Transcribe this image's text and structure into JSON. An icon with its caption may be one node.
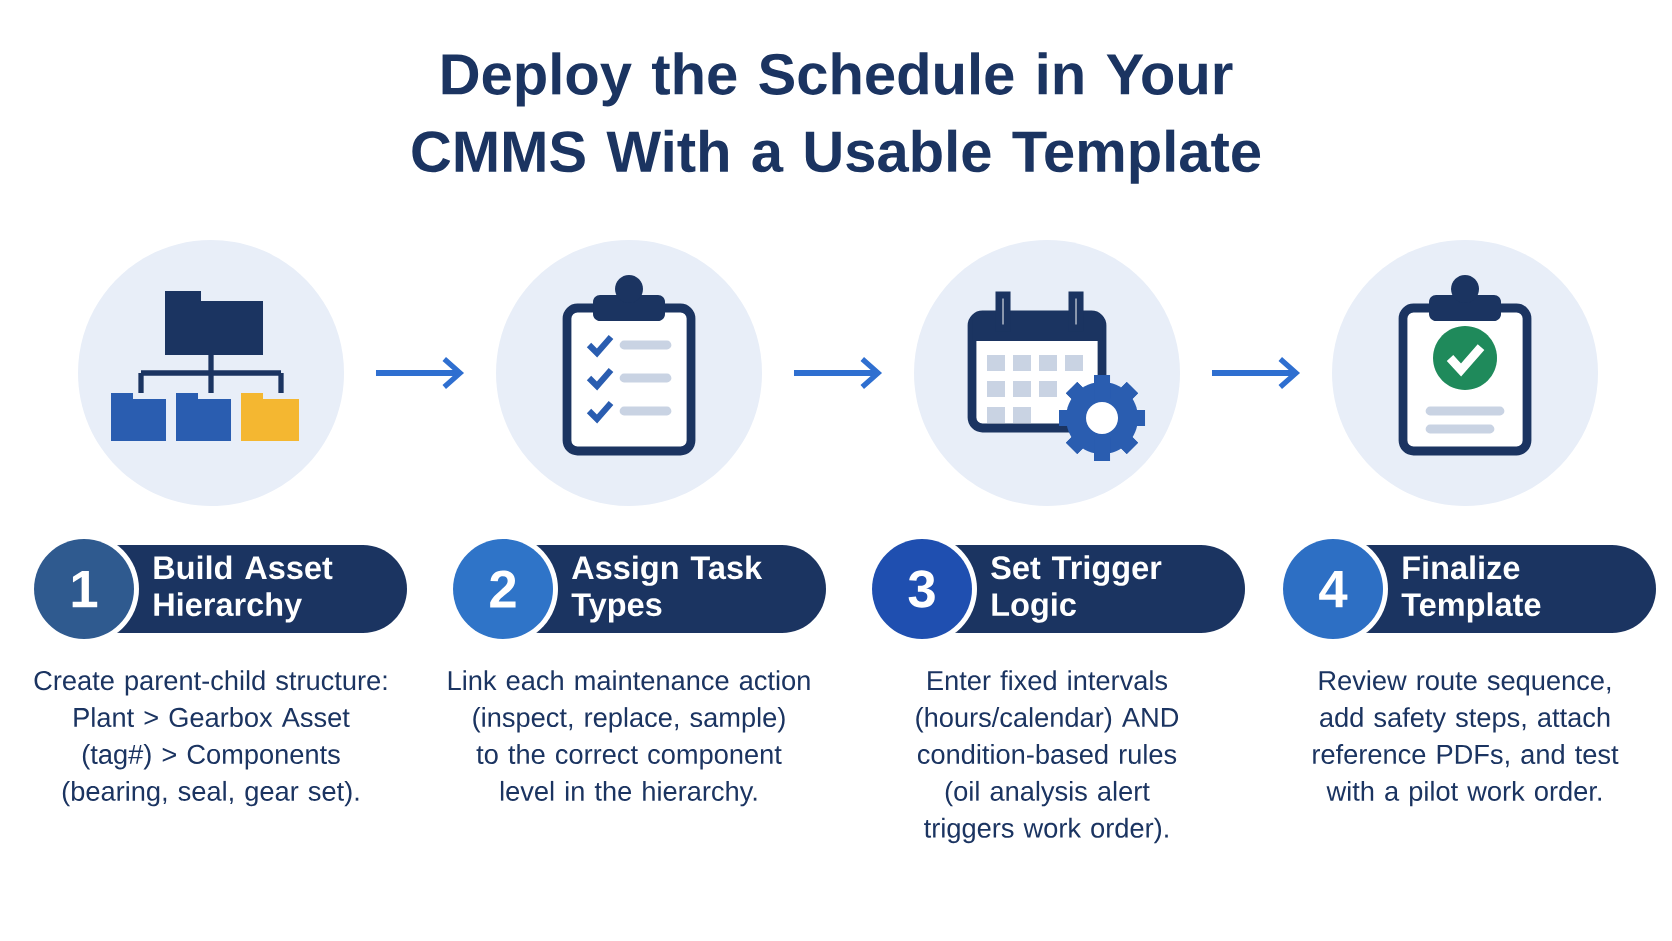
{
  "diagram": {
    "title": "Deploy the Schedule in Your CMMS With a Usable Template",
    "nodes": [
      {
        "text": [],
        "shape": "circle"
      },
      {
        "text": [],
        "shape": "circle"
      },
      {
        "text": [],
        "shape": "circle"
      },
      {
        "text": [],
        "shape": "circle"
      },
      {
        "text": [
          "1",
          "Build Asset Hierarchy"
        ],
        "beside": [
          "Create parent-child structure: Plant > Gearbox Asset (tag#) > Components (bearing, seal, gear set)."
        ]
      },
      {
        "text": [
          "2",
          "Assign Task Types"
        ],
        "beside": [
          "Link each maintenance action (inspect, replace, sample) to the correct component level in the hierarchy."
        ]
      },
      {
        "text": [
          "3",
          "Set Trigger Logic"
        ],
        "beside": [
          "Enter fixed intervals (hours/calendar) AND condition-based rules (oil analysis alert triggers work order)."
        ]
      },
      {
        "text": [
          "4",
          "Finalize Template"
        ],
        "beside": [
          "Review route sequence, add safety steps, attach reference PDFs, and test with a pilot work order."
        ]
      }
    ],
    "edges": [
      {
        "from": 0,
        "to": 1,
        "arrow": "to"
      },
      {
        "from": 1,
        "to": 2,
        "arrow": "to"
      },
      {
        "from": 2,
        "to": 3,
        "arrow": "to"
      }
    ]
  }
}
